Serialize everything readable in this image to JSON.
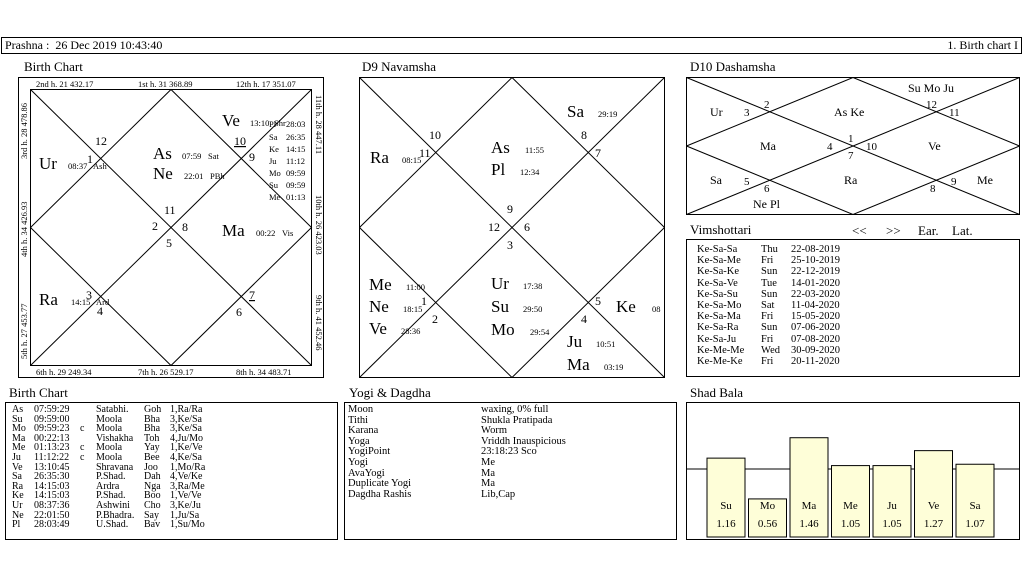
{
  "topbar": {
    "prashna_label": "Prashna :",
    "datetime": "26 Dec 2019  10:43:40",
    "right_label": "1. Birth chart I"
  },
  "birth_chart": {
    "title": "Birth Chart",
    "margin_top": [
      "2nd h.  21  432.17",
      "1st h.  31  368.89",
      "12th h.  17  351.07"
    ],
    "margin_bottom": [
      "6th h.  29  249.34",
      "7th h.  26  529.17",
      "8th h.  34  483.71"
    ],
    "margin_left": [
      "3rd h.  28  478.86",
      "4th h.  34  426.93",
      "5th h.  27  453.77"
    ],
    "margin_right": [
      "11th h.  28  447.11",
      "10th h.  26  423.03",
      "9th h.  41  452.46"
    ],
    "house_numbers": [
      "12",
      "1",
      "10",
      "9",
      "11",
      "2",
      "8",
      "5",
      "3",
      "4",
      "7",
      "6"
    ],
    "planets": {
      "ur": {
        "name": "Ur",
        "deg": "08:37",
        "nak": "Ash"
      },
      "as": {
        "name": "As",
        "deg": "07:59",
        "nak": "Sat"
      },
      "ne": {
        "name": "Ne",
        "deg": "22:01",
        "nak": "PBh"
      },
      "ve": {
        "name": "Ve",
        "deg": "13:10",
        "nak": "Shr"
      },
      "ma": {
        "name": "Ma",
        "deg": "00:22",
        "nak": "Vis"
      },
      "ra": {
        "name": "Ra",
        "deg": "14:15",
        "nak": "Ard"
      }
    },
    "small_list": [
      {
        "name": "Pl",
        "deg": "28:03"
      },
      {
        "name": "Sa",
        "deg": "26:35"
      },
      {
        "name": "Ke",
        "deg": "14:15"
      },
      {
        "name": "Ju",
        "deg": "11:12"
      },
      {
        "name": "Mo",
        "deg": "09:59"
      },
      {
        "name": "Su",
        "deg": "09:59"
      },
      {
        "name": "Me",
        "deg": "01:13"
      }
    ]
  },
  "d9": {
    "title": "D9 Navamsha",
    "house_numbers": [
      "10",
      "11",
      "8",
      "7",
      "9",
      "12",
      "6",
      "3",
      "1",
      "2",
      "5",
      "4"
    ],
    "planets": {
      "sa": {
        "name": "Sa",
        "deg": "29:19"
      },
      "ra": {
        "name": "Ra",
        "deg": "08:15"
      },
      "as": {
        "name": "As",
        "deg": "11:55"
      },
      "pl": {
        "name": "Pl",
        "deg": "12:34"
      },
      "me": {
        "name": "Me",
        "deg": "11:00"
      },
      "ne": {
        "name": "Ne",
        "deg": "18:15"
      },
      "ve": {
        "name": "Ve",
        "deg": "28:36"
      },
      "ur": {
        "name": "Ur",
        "deg": "17:38"
      },
      "su": {
        "name": "Su",
        "deg": "29:50"
      },
      "mo": {
        "name": "Mo",
        "deg": "29:54"
      },
      "ke": {
        "name": "Ke",
        "deg": "08"
      },
      "ju": {
        "name": "Ju",
        "deg": "10:51"
      },
      "ma": {
        "name": "Ma",
        "deg": "03:19"
      }
    }
  },
  "d10": {
    "title": "D10 Dashamsha",
    "house_numbers": [
      "3",
      "2",
      "12",
      "11",
      "1",
      "4",
      "7",
      "10",
      "5",
      "6",
      "8",
      "9"
    ],
    "labels": {
      "top_right": "Su Mo Ju",
      "ur": "Ur",
      "as_ke": "As Ke",
      "ma": "Ma",
      "ve": "Ve",
      "sa": "Sa",
      "ra": "Ra",
      "me": "Me",
      "ne_pl": "Ne Pl"
    }
  },
  "vimshottari": {
    "title": "Vimshottari",
    "prev": "<<",
    "next": ">>",
    "earlier": "Ear.",
    "later": "Lat.",
    "rows": [
      {
        "period": "Ke-Sa-Sa",
        "day": "Thu",
        "date": "22-08-2019"
      },
      {
        "period": "Ke-Sa-Me",
        "day": "Fri",
        "date": "25-10-2019"
      },
      {
        "period": "Ke-Sa-Ke",
        "day": "Sun",
        "date": "22-12-2019"
      },
      {
        "period": "Ke-Sa-Ve",
        "day": "Tue",
        "date": "14-01-2020"
      },
      {
        "period": "Ke-Sa-Su",
        "day": "Sun",
        "date": "22-03-2020"
      },
      {
        "period": "Ke-Sa-Mo",
        "day": "Sat",
        "date": "11-04-2020"
      },
      {
        "period": "Ke-Sa-Ma",
        "day": "Fri",
        "date": "15-05-2020"
      },
      {
        "period": "Ke-Sa-Ra",
        "day": "Sun",
        "date": "07-06-2020"
      },
      {
        "period": "Ke-Sa-Ju",
        "day": "Fri",
        "date": "07-08-2020"
      },
      {
        "period": "Ke-Me-Me",
        "day": "Wed",
        "date": "30-09-2020"
      },
      {
        "period": "Ke-Me-Ke",
        "day": "Fri",
        "date": "20-11-2020"
      }
    ]
  },
  "birth_table": {
    "title": "Birth Chart",
    "rows": [
      {
        "pl": "As",
        "deg": "07:59:29",
        "c": "",
        "nak": "Satabhi.",
        "pada": "Goh",
        "lord": "1,Ra/Ra"
      },
      {
        "pl": "Su",
        "deg": "09:59:00",
        "c": "",
        "nak": "Moola",
        "pada": "Bha",
        "lord": "3,Ke/Sa"
      },
      {
        "pl": "Mo",
        "deg": "09:59:23",
        "c": "c",
        "nak": "Moola",
        "pada": "Bha",
        "lord": "3,Ke/Sa"
      },
      {
        "pl": "Ma",
        "deg": "00:22:13",
        "c": "",
        "nak": "Vishakha",
        "pada": "Toh",
        "lord": "4,Ju/Mo"
      },
      {
        "pl": "Me",
        "deg": "01:13:23",
        "c": "c",
        "nak": "Moola",
        "pada": "Yay",
        "lord": "1,Ke/Ve"
      },
      {
        "pl": "Ju",
        "deg": "11:12:22",
        "c": "c",
        "nak": "Moola",
        "pada": "Bee",
        "lord": "4,Ke/Sa"
      },
      {
        "pl": "Ve",
        "deg": "13:10:45",
        "c": "",
        "nak": "Shravana",
        "pada": "Joo",
        "lord": "1,Mo/Ra"
      },
      {
        "pl": "Sa",
        "deg": "26:35:30",
        "c": "",
        "nak": "P.Shad.",
        "pada": "Dah",
        "lord": "4,Ve/Ke"
      },
      {
        "pl": "Ra",
        "deg": "14:15:03",
        "c": "",
        "nak": "Ardra",
        "pada": "Nga",
        "lord": "3,Ra/Me"
      },
      {
        "pl": "Ke",
        "deg": "14:15:03",
        "c": "",
        "nak": "P.Shad.",
        "pada": "Boo",
        "lord": "1,Ve/Ve"
      },
      {
        "pl": "Ur",
        "deg": "08:37:36",
        "c": "",
        "nak": "Ashwini",
        "pada": "Cho",
        "lord": "3,Ke/Ju"
      },
      {
        "pl": "Ne",
        "deg": "22:01:50",
        "c": "",
        "nak": "P.Bhadra.",
        "pada": "Say",
        "lord": "1,Ju/Sa"
      },
      {
        "pl": "Pl",
        "deg": "28:03:49",
        "c": "",
        "nak": "U.Shad.",
        "pada": "Bav",
        "lord": "1,Su/Mo"
      }
    ]
  },
  "yogi": {
    "title": "Yogi & Dagdha",
    "rows": [
      {
        "label": "Moon",
        "value": "waxing, 0% full"
      },
      {
        "label": "Tithi",
        "value": "Shukla  Pratipada"
      },
      {
        "label": "Karana",
        "value": "Worm"
      },
      {
        "label": "Yoga",
        "value": "Vriddh Inauspicious"
      },
      {
        "label": "YogiPoint",
        "value": "23:18:23 Sco"
      },
      {
        "label": "Yogi",
        "value": "Me"
      },
      {
        "label": "AvaYogi",
        "value": "Ma"
      },
      {
        "label": "Duplicate Yogi",
        "value": "Ma"
      },
      {
        "label": "Dagdha Rashis",
        "value": "Lib,Cap"
      }
    ]
  },
  "shad_bala": {
    "title": "Shad Bala",
    "bars": [
      {
        "name": "Su",
        "value": "1.16",
        "v": 1.16
      },
      {
        "name": "Mo",
        "value": "0.56",
        "v": 0.56
      },
      {
        "name": "Ma",
        "value": "1.46",
        "v": 1.46
      },
      {
        "name": "Me",
        "value": "1.05",
        "v": 1.05
      },
      {
        "name": "Ju",
        "value": "1.05",
        "v": 1.05
      },
      {
        "name": "Ve",
        "value": "1.27",
        "v": 1.27
      },
      {
        "name": "Sa",
        "value": "1.07",
        "v": 1.07
      }
    ],
    "colors": {
      "bar_fill": "#fefed8",
      "stroke": "#000000"
    }
  }
}
